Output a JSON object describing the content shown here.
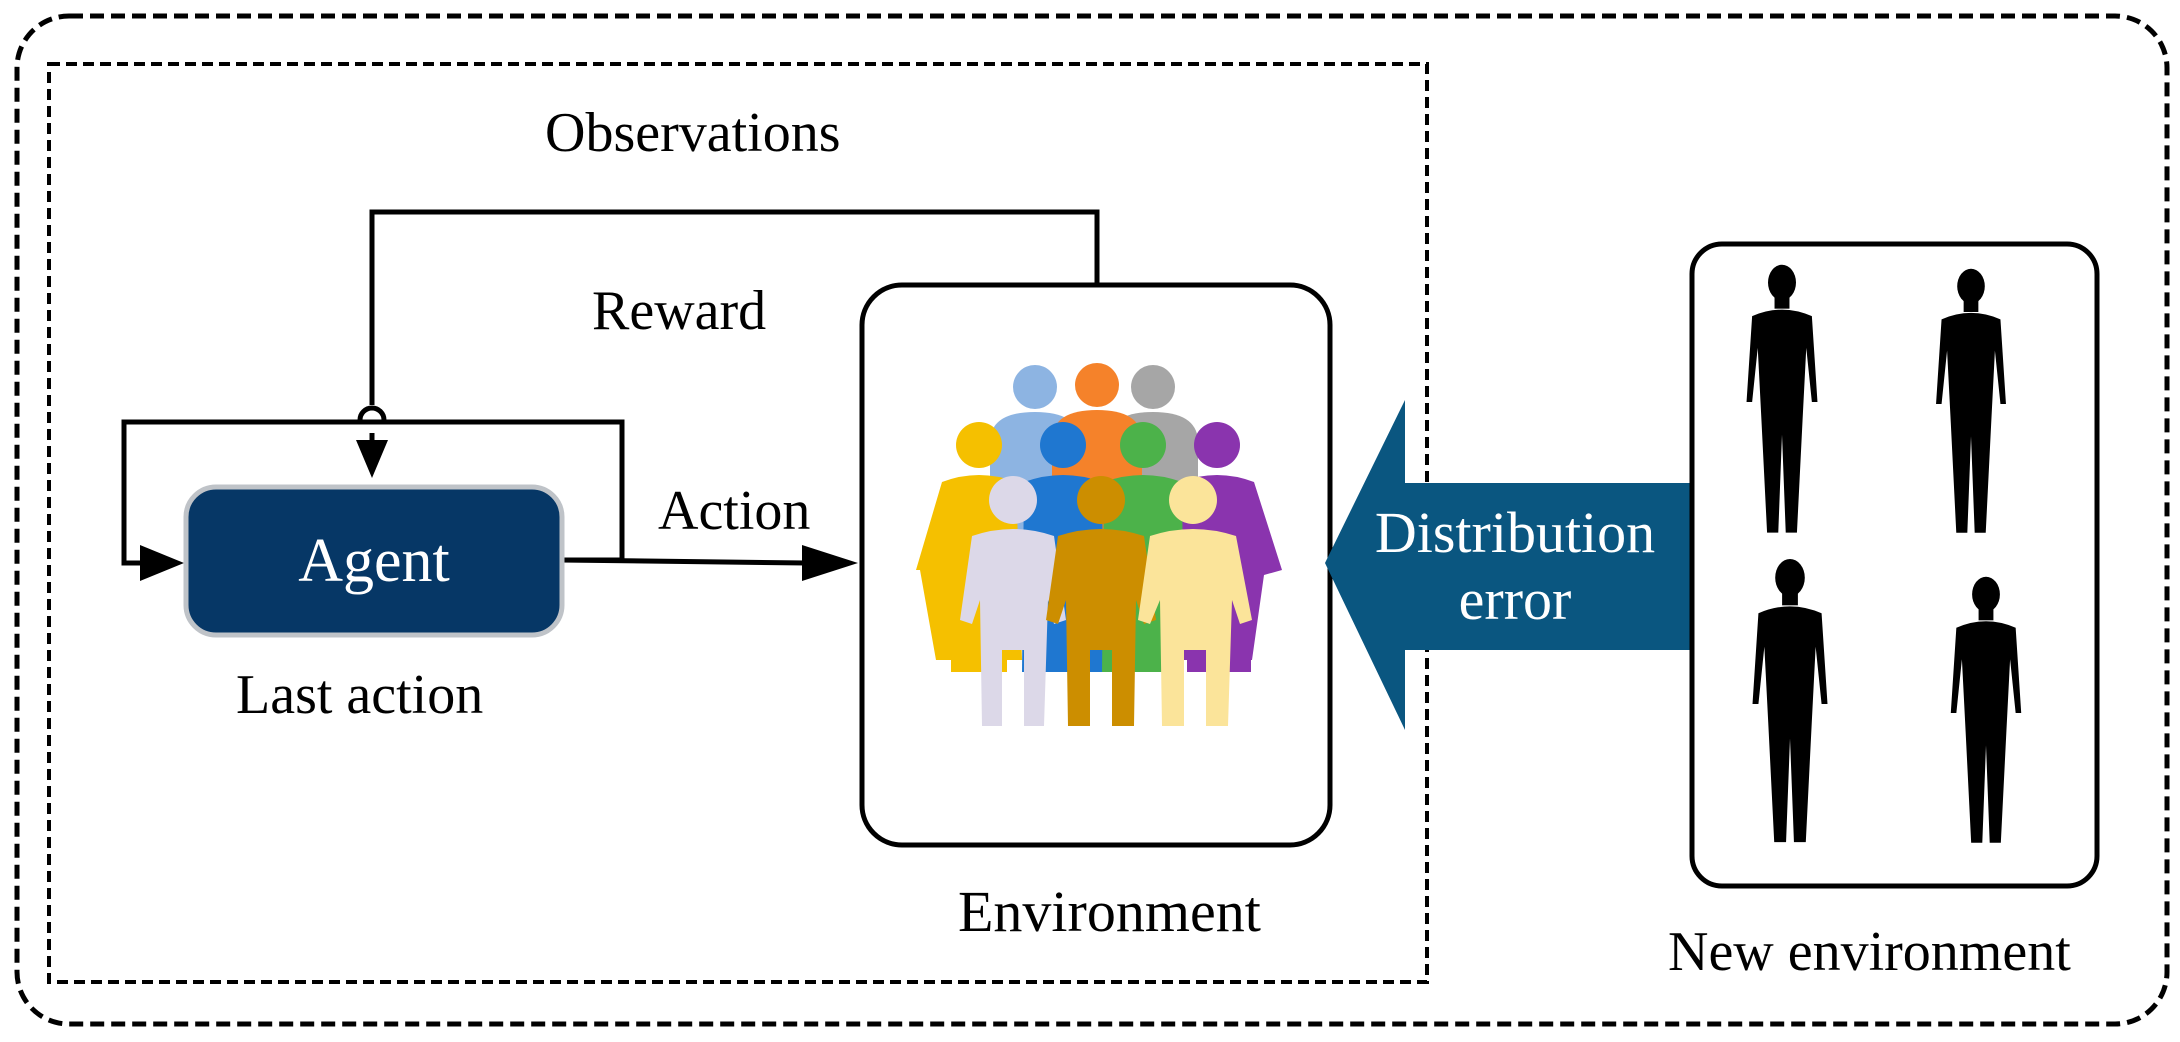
{
  "labels": {
    "observations": "Observations",
    "reward": "Reward",
    "action": "Action",
    "agent": "Agent",
    "last_action": "Last action",
    "environment": "Environment",
    "distribution_line1": "Distribution",
    "distribution_line2": "error",
    "new_environment": "New environment"
  },
  "colors": {
    "agent_fill": "#063766",
    "arrow_fill": "#0a5680",
    "person_light_blue": "#8db4e2",
    "person_orange": "#f5822a",
    "person_gray": "#a6a6a6",
    "person_yellow": "#f5c000",
    "person_blue": "#1f77d0",
    "person_green": "#4cb24a",
    "person_purple": "#8a34ae",
    "person_lavender": "#dcd8e8",
    "person_gold": "#cc8e00",
    "person_pale_yellow": "#fbe49a",
    "silhouette": "#000000"
  }
}
